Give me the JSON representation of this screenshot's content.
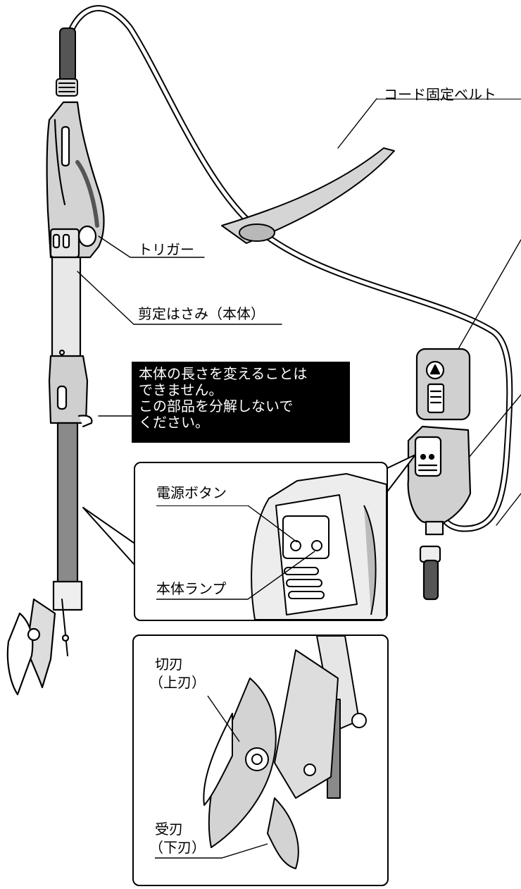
{
  "labels": {
    "cord_belt": "コード固定ベルト",
    "trigger": "トリガー",
    "shears_body": "剪定はさみ（本体）",
    "power_button": "電源ボタン",
    "body_lamp": "本体ランプ",
    "upper_blade": "切刃",
    "upper_blade_sub": "（上刃）",
    "lower_blade": "受刃",
    "lower_blade_sub": "（下刃）"
  },
  "note": {
    "lines": [
      "本体の長さを変えることは",
      "できません。",
      "この部品を分解しないで",
      "ください。"
    ]
  },
  "colors": {
    "ink": "#000000",
    "body_gray": "#cfcfcf",
    "dark_gray": "#8a8a8a",
    "paper": "#ffffff"
  }
}
